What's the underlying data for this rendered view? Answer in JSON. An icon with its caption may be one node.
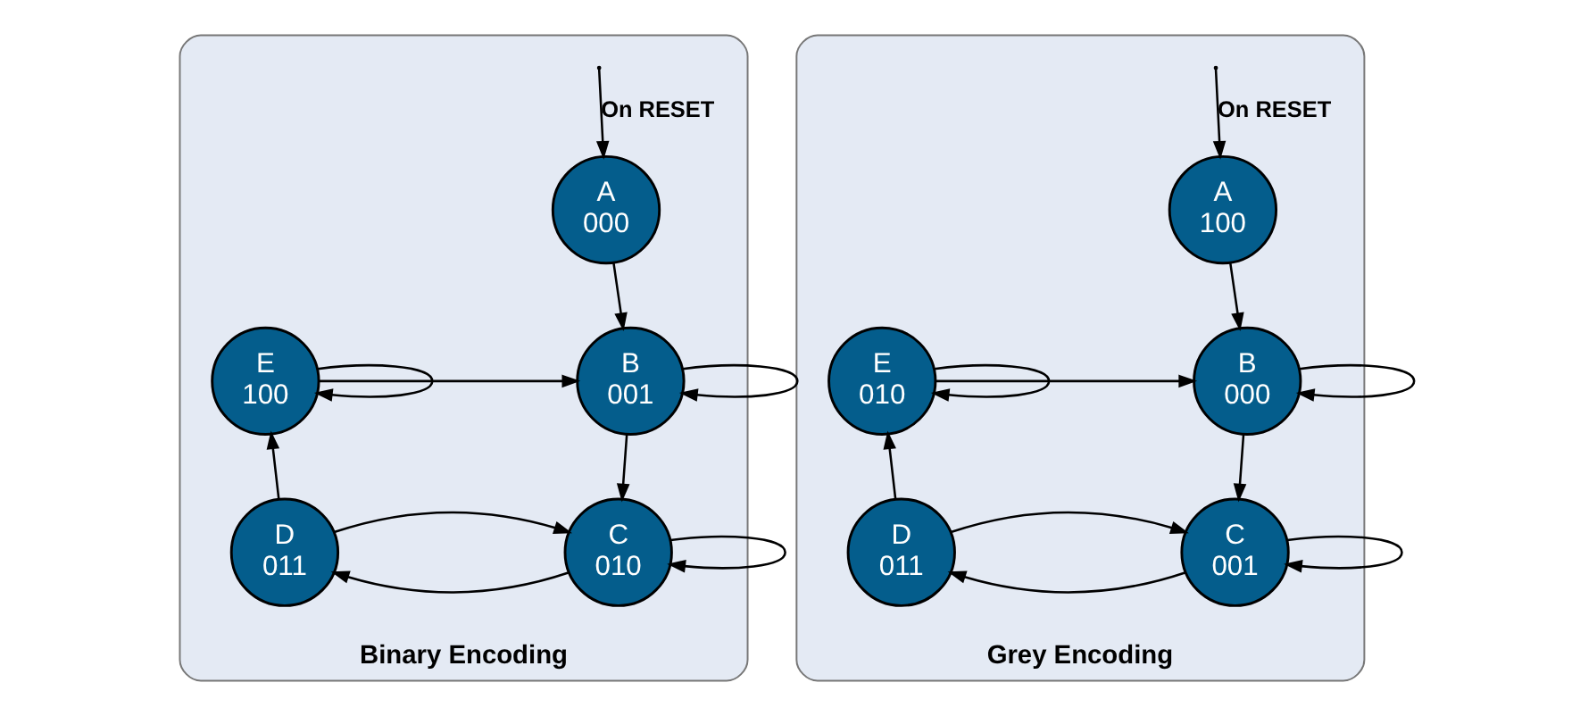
{
  "diagram": {
    "nodes": [
      {
        "text": [
          "Binary Encoding"
        ]
      },
      {
        "text": [
          "A",
          "000"
        ],
        "in": 0
      },
      {
        "text": [
          "B",
          "001"
        ],
        "in": 0
      },
      {
        "text": [
          "C",
          "010"
        ],
        "in": 0
      },
      {
        "text": [
          "D",
          "011"
        ],
        "in": 0
      },
      {
        "text": [
          "E",
          "100"
        ],
        "in": 0
      },
      {
        "text": [
          "Grey Encoding"
        ]
      },
      {
        "text": [
          "A",
          "100"
        ],
        "in": 6
      },
      {
        "text": [
          "B",
          "000"
        ],
        "in": 6
      },
      {
        "text": [
          "C",
          "001"
        ],
        "in": 6
      },
      {
        "text": [
          "D",
          "011"
        ],
        "in": 6
      },
      {
        "text": [
          "E",
          "010"
        ],
        "in": 6
      }
    ],
    "edges": [
      {
        "from": null,
        "to": 1,
        "arrow": "to",
        "label": "On RESET"
      },
      {
        "from": 1,
        "to": 2,
        "arrow": "to"
      },
      {
        "from": 2,
        "to": 2,
        "arrow": "to"
      },
      {
        "from": 5,
        "to": 2,
        "arrow": "to"
      },
      {
        "from": 2,
        "to": 3,
        "arrow": "to"
      },
      {
        "from": 3,
        "to": 3,
        "arrow": "to"
      },
      {
        "from": 3,
        "to": 4,
        "arrow": "to"
      },
      {
        "from": 4,
        "to": 3,
        "arrow": "to"
      },
      {
        "from": 4,
        "to": 5,
        "arrow": "to"
      },
      {
        "from": 5,
        "to": 5,
        "arrow": "to"
      },
      {
        "from": null,
        "to": 7,
        "arrow": "to",
        "label": "On RESET"
      },
      {
        "from": 7,
        "to": 8,
        "arrow": "to"
      },
      {
        "from": 8,
        "to": 8,
        "arrow": "to"
      },
      {
        "from": 11,
        "to": 8,
        "arrow": "to"
      },
      {
        "from": 8,
        "to": 9,
        "arrow": "to"
      },
      {
        "from": 9,
        "to": 9,
        "arrow": "to"
      },
      {
        "from": 9,
        "to": 10,
        "arrow": "to"
      },
      {
        "from": 10,
        "to": 9,
        "arrow": "to"
      },
      {
        "from": 10,
        "to": 11,
        "arrow": "to"
      },
      {
        "from": 11,
        "to": 11,
        "arrow": "to"
      }
    ]
  }
}
